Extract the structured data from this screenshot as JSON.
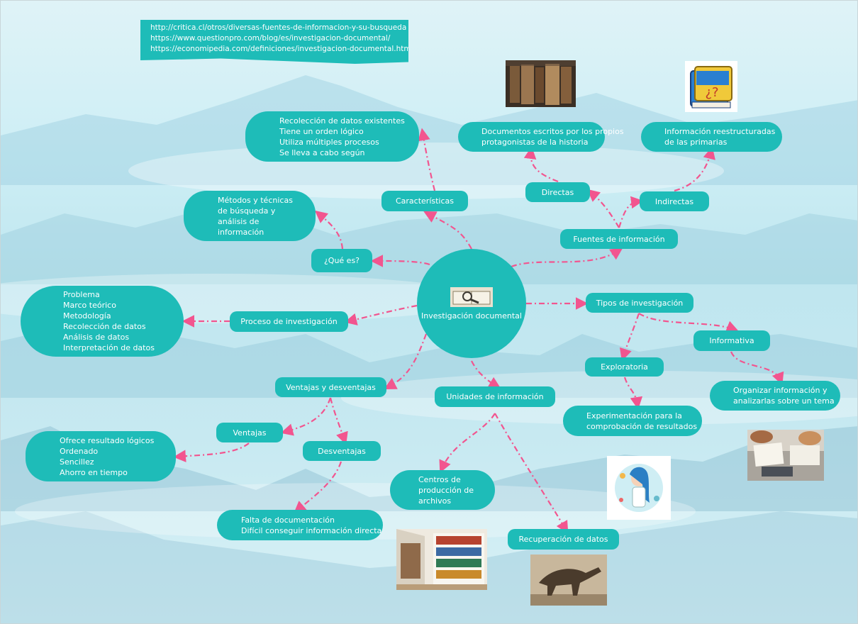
{
  "links": [
    "http://critica.cl/otros/diversas-fuentes-de-informacion-y-su-busqueda",
    "https://www.questionpro.com/blog/es/investigacion-documental/",
    "https://economipedia.com/definiciones/investigacion-documental.html"
  ],
  "center": {
    "label": "Investigación documental",
    "icon": "magnifier-book-icon"
  },
  "caracteristicas": {
    "label": "Características",
    "items": [
      "Recolección de datos existentes",
      "Tiene un orden lógico",
      "Utiliza múltiples procesos",
      "Se lleva a cabo según"
    ]
  },
  "que_es": {
    "label": "¿Qué es?",
    "items": [
      "Métodos y técnicas",
      "de búsqueda y",
      "análisis de",
      "información"
    ]
  },
  "proceso": {
    "label": "Proceso de investigación",
    "items": [
      "Problema",
      "Marco teórico",
      "Metodología",
      "Recolección de datos",
      "Análisis de datos",
      "Interpretación de datos"
    ]
  },
  "ventajas_desventajas": {
    "label": "Ventajas y desventajas",
    "ventajas": {
      "label": "Ventajas",
      "items": [
        "Ofrece resultado lógicos",
        "Ordenado",
        "Sencillez",
        "Ahorro en tiempo"
      ]
    },
    "desventajas": {
      "label": "Desventajas",
      "items": [
        "Falta de documentación",
        "Difícil conseguir información directa"
      ]
    }
  },
  "unidades": {
    "label": "Unidades de información",
    "centros": {
      "items": [
        "Centros de",
        "producción de",
        "archivos"
      ]
    },
    "recuperacion": {
      "label": "Recuperación de datos"
    }
  },
  "fuentes": {
    "label": "Fuentes de información",
    "directas": {
      "label": "Directas",
      "items": [
        "Documentos escritos por los propios",
        "protagonistas de la historia"
      ]
    },
    "indirectas": {
      "label": "Indirectas",
      "items": [
        "Información reestructuradas",
        "de las primarias"
      ]
    }
  },
  "tipos": {
    "label": "Tipos de investigación",
    "informativa": {
      "label": "Informativa",
      "items": [
        "Organizar información y",
        "analizarlas sobre un tema"
      ]
    },
    "exploratoria": {
      "label": "Exploratoria",
      "items": [
        "Experimentación para la",
        "comprobación de resultados"
      ]
    }
  },
  "colors": {
    "node": "#1ebcb8",
    "connector": "#f2558f",
    "text": "#ffffff"
  },
  "images": [
    "old-books-photo",
    "book-cartoon-icon",
    "library-shelves-photo",
    "dinosaur-skeleton-photo",
    "scientist-cartoon-icon",
    "students-studying-photo"
  ]
}
